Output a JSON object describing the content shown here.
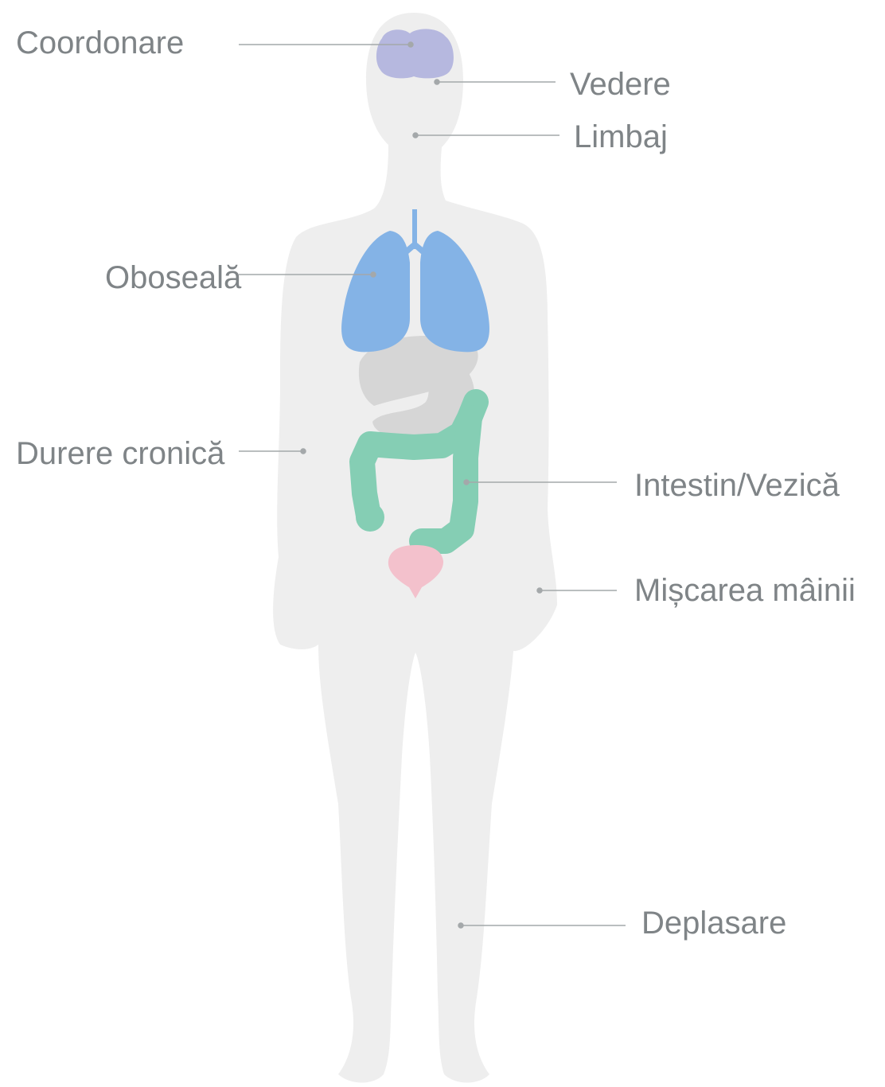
{
  "labels": {
    "coordination": "Coordonare",
    "vision": "Vedere",
    "speech": "Limbaj",
    "fatigue": "Oboseală",
    "chronic_pain": "Durere cronică",
    "bowel_bladder": "Intestin/Vezică",
    "hand_movement": "Mișcarea mâinii",
    "mobility": "Deplasare"
  },
  "colors": {
    "background": "#ffffff",
    "body_silhouette": "#eeeeee",
    "brain": "#b6b8df",
    "lungs": "#84b3e6",
    "abdominal_organs": "#d6d6d6",
    "intestine": "#85ceb4",
    "bladder": "#f3c1cc",
    "leader_line": "#a4a8aa",
    "label_text": "#7f8487"
  }
}
